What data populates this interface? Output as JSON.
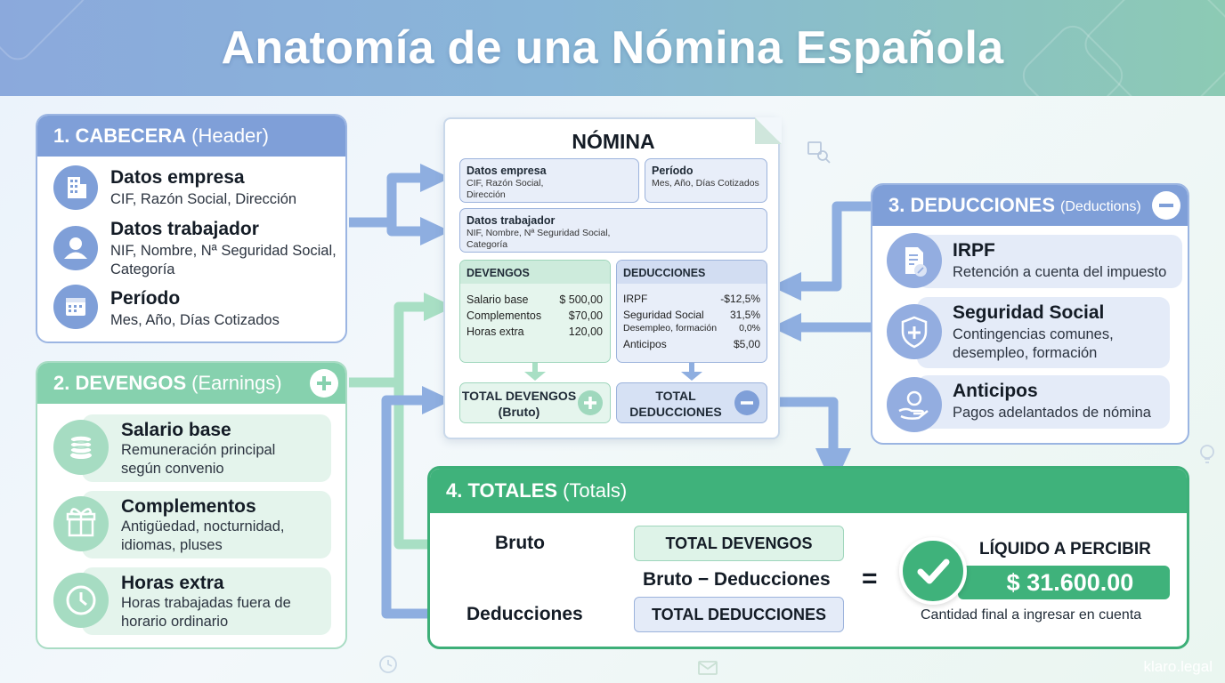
{
  "title": "Anatomía de una Nómina Española",
  "cabecera": {
    "heading": "1. CABECERA",
    "sub": "(Header)",
    "items": [
      {
        "title": "Datos empresa",
        "desc": "CIF, Razón Social, Dirección",
        "icon": "building-icon"
      },
      {
        "title": "Datos trabajador",
        "desc": "NIF, Nombre, Nª Seguridad Social, Categoría",
        "icon": "person-icon"
      },
      {
        "title": "Período",
        "desc": "Mes, Año, Días Cotizados",
        "icon": "calendar-icon"
      }
    ]
  },
  "devengos": {
    "heading": "2. DEVENGOS",
    "sub": "(Earnings)",
    "items": [
      {
        "title": "Salario base",
        "desc": "Remuneración principal según convenio",
        "icon": "coins-icon"
      },
      {
        "title": "Complementos",
        "desc": "Antigüedad, nocturnidad, idiomas, pluses",
        "icon": "gift-icon"
      },
      {
        "title": "Horas extra",
        "desc": "Horas trabajadas fuera de horario ordinario",
        "icon": "clock-icon"
      }
    ]
  },
  "deducciones": {
    "heading": "3. DEDUCCIONES",
    "sub": "(Deductions)",
    "items": [
      {
        "title": "IRPF",
        "desc": "Retención a cuenta del impuesto",
        "icon": "tax-document-icon"
      },
      {
        "title": "Seguridad Social",
        "desc": "Contingencias comunes, desempleo, formación",
        "icon": "health-shield-icon"
      },
      {
        "title": "Anticipos",
        "desc": "Pagos adelantados de nómina",
        "icon": "hand-coin-icon"
      }
    ]
  },
  "nomina": {
    "title": "NÓMINA",
    "empresa": {
      "title": "Datos empresa",
      "desc": "CIF, Razón Social, Dirección"
    },
    "periodo": {
      "title": "Período",
      "desc": "Mes, Año, Días Cotizados"
    },
    "trabajador": {
      "title": "Datos trabajador",
      "desc": "NIF, Nombre, Nª Seguridad Social, Categoría"
    },
    "devengos": {
      "title": "DEVENGOS",
      "rows": [
        {
          "label": "Salario base",
          "value": "$ 500,00"
        },
        {
          "label": "Complementos",
          "value": "$70,00"
        },
        {
          "label": "Horas extra",
          "value": "120,00"
        }
      ]
    },
    "deducciones": {
      "title": "DEDUCCIONES",
      "rows": [
        {
          "label": "IRPF",
          "value": "-$12,5%"
        },
        {
          "label": "Seguridad Social",
          "value": "31,5%"
        },
        {
          "label": "Desempleo, formación",
          "value": "0,0%"
        },
        {
          "label": "Anticipos",
          "value": "$5,00"
        }
      ]
    },
    "total_devengos": "TOTAL DEVENGOS (Bruto)",
    "total_deducciones": "TOTAL DEDUCCIONES"
  },
  "totales": {
    "heading": "4. TOTALES",
    "sub": "(Totals)",
    "bruto": "Bruto",
    "deducciones": "Deducciones",
    "total_devengos": "TOTAL DEVENGOS",
    "total_deducciones": "TOTAL DEDUCCIONES",
    "formula": "Bruto − Deducciones",
    "equals": "=",
    "liquido_label": "LÍQUIDO A PERCIBIR",
    "liquido_value": "$ 31.600.00",
    "liquido_note": "Cantidad final a ingresar en cuenta"
  },
  "watermark": "klaro.legal",
  "colors": {
    "blue": "#7f9fd8",
    "green": "#86d1ae",
    "dark_green": "#3fb27b"
  }
}
